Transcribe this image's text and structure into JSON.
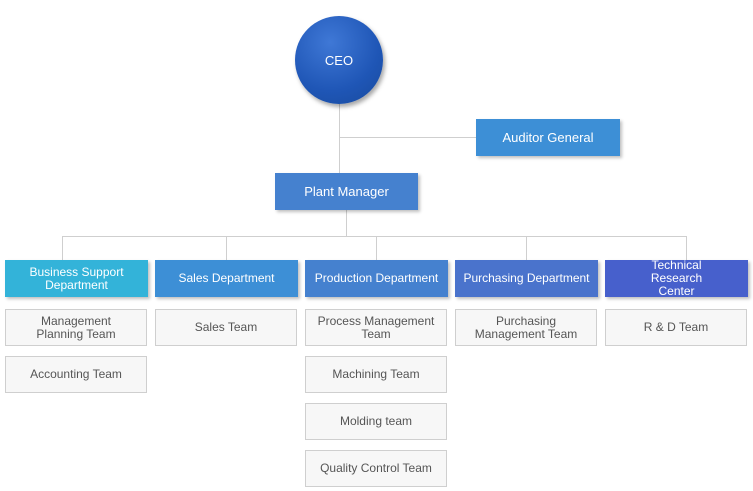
{
  "ceo": {
    "label": "CEO"
  },
  "auditor": {
    "label": "Auditor General"
  },
  "plant_manager": {
    "label": "Plant Manager"
  },
  "departments": [
    {
      "label": "Business Support Department",
      "teams": [
        "Management Planning Team",
        "Accounting Team"
      ]
    },
    {
      "label": "Sales Department",
      "teams": [
        "Sales Team"
      ]
    },
    {
      "label": "Production Department",
      "teams": [
        "Process Management Team",
        "Machining Team",
        "Molding team",
        "Quality Control Team"
      ]
    },
    {
      "label": "Purchasing Department",
      "teams": [
        "Purchasing Management Team"
      ]
    },
    {
      "label": "Technical Research Center",
      "teams": [
        "R & D Team"
      ]
    }
  ],
  "colors": {
    "ceo": "#1f56b6",
    "auditor": "#3d8fd6",
    "plant_manager": "#4581cf",
    "dept_business": "#33b3d9",
    "dept_sales": "#3d8fd6",
    "dept_production": "#4581cf",
    "dept_purchasing": "#4a73cc",
    "dept_technical": "#4760cc"
  }
}
